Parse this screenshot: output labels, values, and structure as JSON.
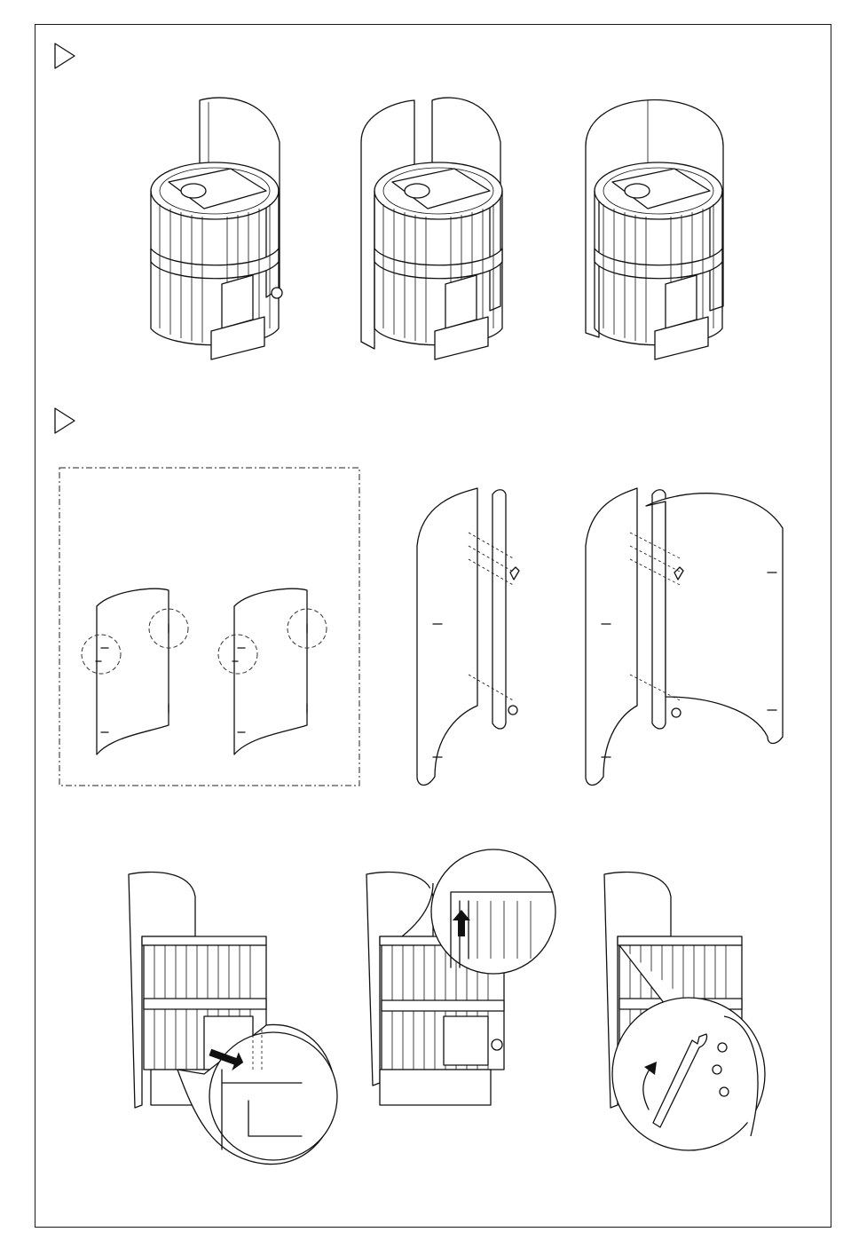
{
  "page": {
    "step_markers": [
      {
        "glyph": "▷"
      },
      {
        "glyph": "▷"
      }
    ]
  },
  "icons": {
    "step_marker": "triangle-right-outline",
    "up_arrow": "arrow-up",
    "down_arrow": "arrow-down",
    "rotate_arrow": "curved-arrow-up",
    "wrench": "wrench"
  },
  "colors": {
    "line": "#111111",
    "background": "#ffffff"
  }
}
